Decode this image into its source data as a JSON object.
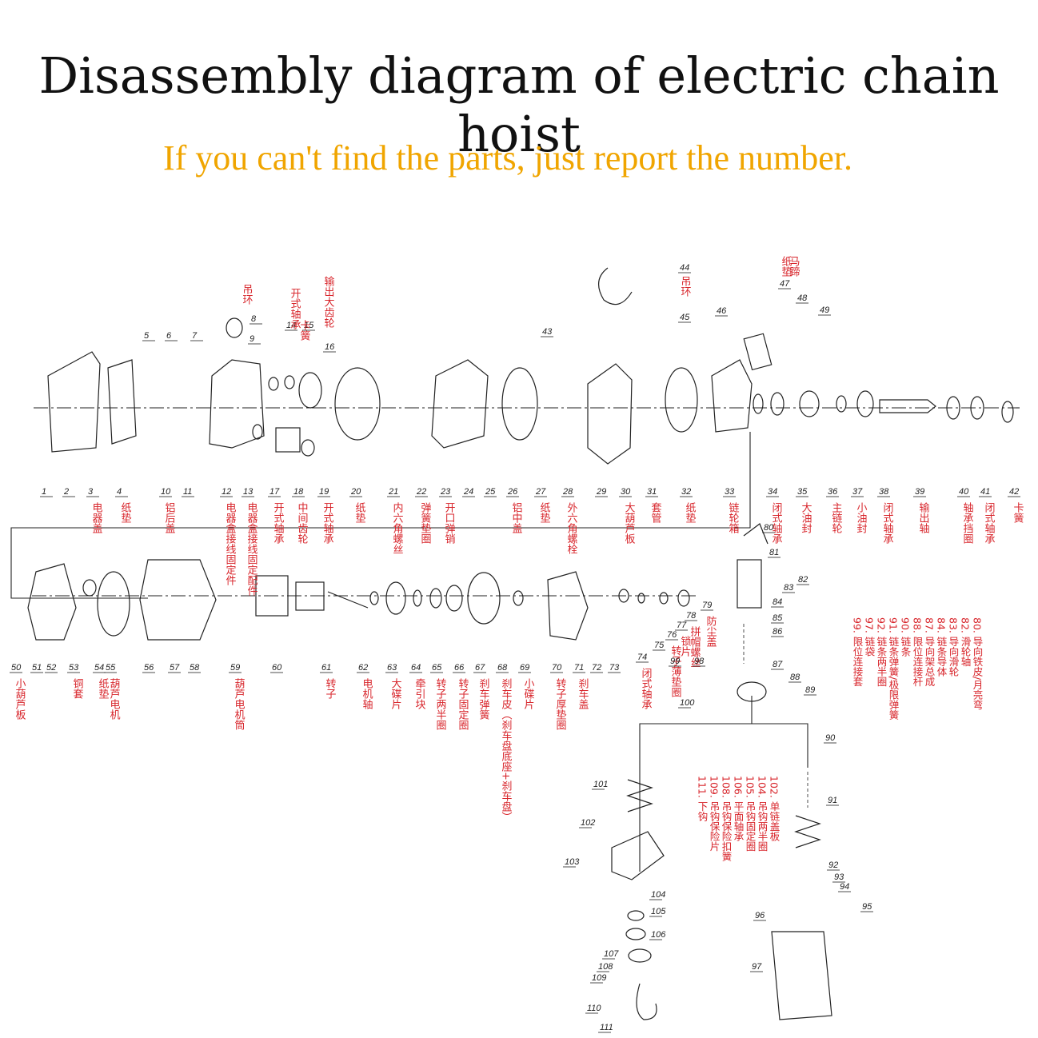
{
  "header": {
    "title": "Disassembly diagram of electric chain hoist",
    "subtitle": "If you can't find the parts, just report the number."
  },
  "colors": {
    "title": "#111111",
    "subtitle": "#f0a500",
    "labels": "#d8262c"
  },
  "row1": [
    {
      "n": "1",
      "cn": ""
    },
    {
      "n": "2",
      "cn": ""
    },
    {
      "n": "3",
      "cn": "电器盖"
    },
    {
      "n": "4",
      "cn": "纸垫"
    },
    {
      "n": "10",
      "cn": "铝后盖"
    },
    {
      "n": "11",
      "cn": ""
    },
    {
      "n": "12",
      "cn": "电器盒接线固定件"
    },
    {
      "n": "13",
      "cn": "电器盒接线固定配件"
    },
    {
      "n": "17",
      "cn": "开式轴承"
    },
    {
      "n": "18",
      "cn": "中间齿轮"
    },
    {
      "n": "19",
      "cn": "开式轴承"
    },
    {
      "n": "20",
      "cn": "纸垫"
    },
    {
      "n": "21",
      "cn": "内六角螺丝"
    },
    {
      "n": "22",
      "cn": "弹簧垫圈"
    },
    {
      "n": "23",
      "cn": "开口弹销"
    },
    {
      "n": "24",
      "cn": ""
    },
    {
      "n": "25",
      "cn": ""
    },
    {
      "n": "26",
      "cn": "铝中盖"
    },
    {
      "n": "27",
      "cn": "纸垫"
    },
    {
      "n": "28",
      "cn": "外六角螺栓"
    },
    {
      "n": "29",
      "cn": ""
    },
    {
      "n": "30",
      "cn": "大葫芦板"
    },
    {
      "n": "31",
      "cn": "套管"
    },
    {
      "n": "32",
      "cn": "纸垫"
    },
    {
      "n": "33",
      "cn": "链轮箱"
    },
    {
      "n": "34",
      "cn": "闭式轴承"
    },
    {
      "n": "35",
      "cn": "大油封"
    },
    {
      "n": "36",
      "cn": "主链轮"
    },
    {
      "n": "37",
      "cn": "小油封"
    },
    {
      "n": "38",
      "cn": "闭式轴承"
    },
    {
      "n": "39",
      "cn": "输出轴"
    },
    {
      "n": "40",
      "cn": "轴承挡圈"
    },
    {
      "n": "41",
      "cn": "闭式轴承"
    },
    {
      "n": "42",
      "cn": "卡簧"
    }
  ],
  "row2": [
    {
      "n": "50",
      "cn": "小葫芦板"
    },
    {
      "n": "51",
      "cn": ""
    },
    {
      "n": "52",
      "cn": ""
    },
    {
      "n": "53",
      "cn": "铜套"
    },
    {
      "n": "54",
      "cn": "纸垫"
    },
    {
      "n": "55",
      "cn": "葫芦电机"
    },
    {
      "n": "56",
      "cn": ""
    },
    {
      "n": "57",
      "cn": ""
    },
    {
      "n": "58",
      "cn": ""
    },
    {
      "n": "59",
      "cn": "葫芦电机筒"
    },
    {
      "n": "60",
      "cn": ""
    },
    {
      "n": "61",
      "cn": "转子"
    },
    {
      "n": "62",
      "cn": "电机轴"
    },
    {
      "n": "63",
      "cn": "大碟片"
    },
    {
      "n": "64",
      "cn": "牵引块"
    },
    {
      "n": "65",
      "cn": "转子两半圈"
    },
    {
      "n": "66",
      "cn": "转子固定圈"
    },
    {
      "n": "67",
      "cn": "刹车弹簧"
    },
    {
      "n": "68",
      "cn": "刹车皮（刹车盘底座+刹车盘）"
    },
    {
      "n": "69",
      "cn": "小碟片"
    },
    {
      "n": "70",
      "cn": "转子厚垫圈"
    },
    {
      "n": "71",
      "cn": "刹车盖"
    },
    {
      "n": "72",
      "cn": ""
    },
    {
      "n": "73",
      "cn": ""
    },
    {
      "n": "74",
      "cn": "闭式轴承"
    },
    {
      "n": "75",
      "cn": ""
    },
    {
      "n": "76",
      "cn": "转子薄垫圈"
    },
    {
      "n": "77",
      "cn": "锁片"
    },
    {
      "n": "78",
      "cn": "拼帽螺丝"
    },
    {
      "n": "79",
      "cn": "防尘盖"
    }
  ],
  "top_labels": [
    {
      "n": "8",
      "cn": "吊环"
    },
    {
      "n": "9",
      "cn": ""
    },
    {
      "n": "14",
      "cn": "开式轴承"
    },
    {
      "n": "15",
      "cn": "卡簧"
    },
    {
      "n": "16",
      "cn": "输出大齿轮"
    },
    {
      "n": "44",
      "cn": "吊环"
    },
    {
      "n": "47",
      "cn": "纸垫"
    },
    {
      "n": "48",
      "cn": "马蹄"
    }
  ],
  "other_numbers": [
    "5",
    "6",
    "7",
    "43",
    "45",
    "46",
    "49",
    "80",
    "81",
    "82",
    "83",
    "84",
    "85",
    "86",
    "87",
    "88",
    "89",
    "90",
    "91",
    "92",
    "93",
    "94",
    "95",
    "96",
    "97",
    "98",
    "99",
    "100",
    "101",
    "102",
    "103",
    "104",
    "105",
    "106",
    "107",
    "108",
    "109",
    "110",
    "111"
  ],
  "legend_right": [
    "80. 导向铁皮/月亮弯",
    "82. 滑轮轴",
    "83. 导向滑轮",
    "84. 链条导体",
    "87. 导向架总成",
    "88. 限位连接杆",
    "90. 链条",
    "91. 链条弹簧/极限弹簧",
    "92. 链条两半圈",
    "97. 链袋",
    "99. 限位连接套"
  ],
  "legend_hook": [
    "102. 单链盖板",
    "104. 吊钩两半圈",
    "105. 吊钩固定圈",
    "106. 平面轴承",
    "108. 吊钩保险扣簧",
    "109. 吊钩保险片",
    "111. 下钩"
  ]
}
